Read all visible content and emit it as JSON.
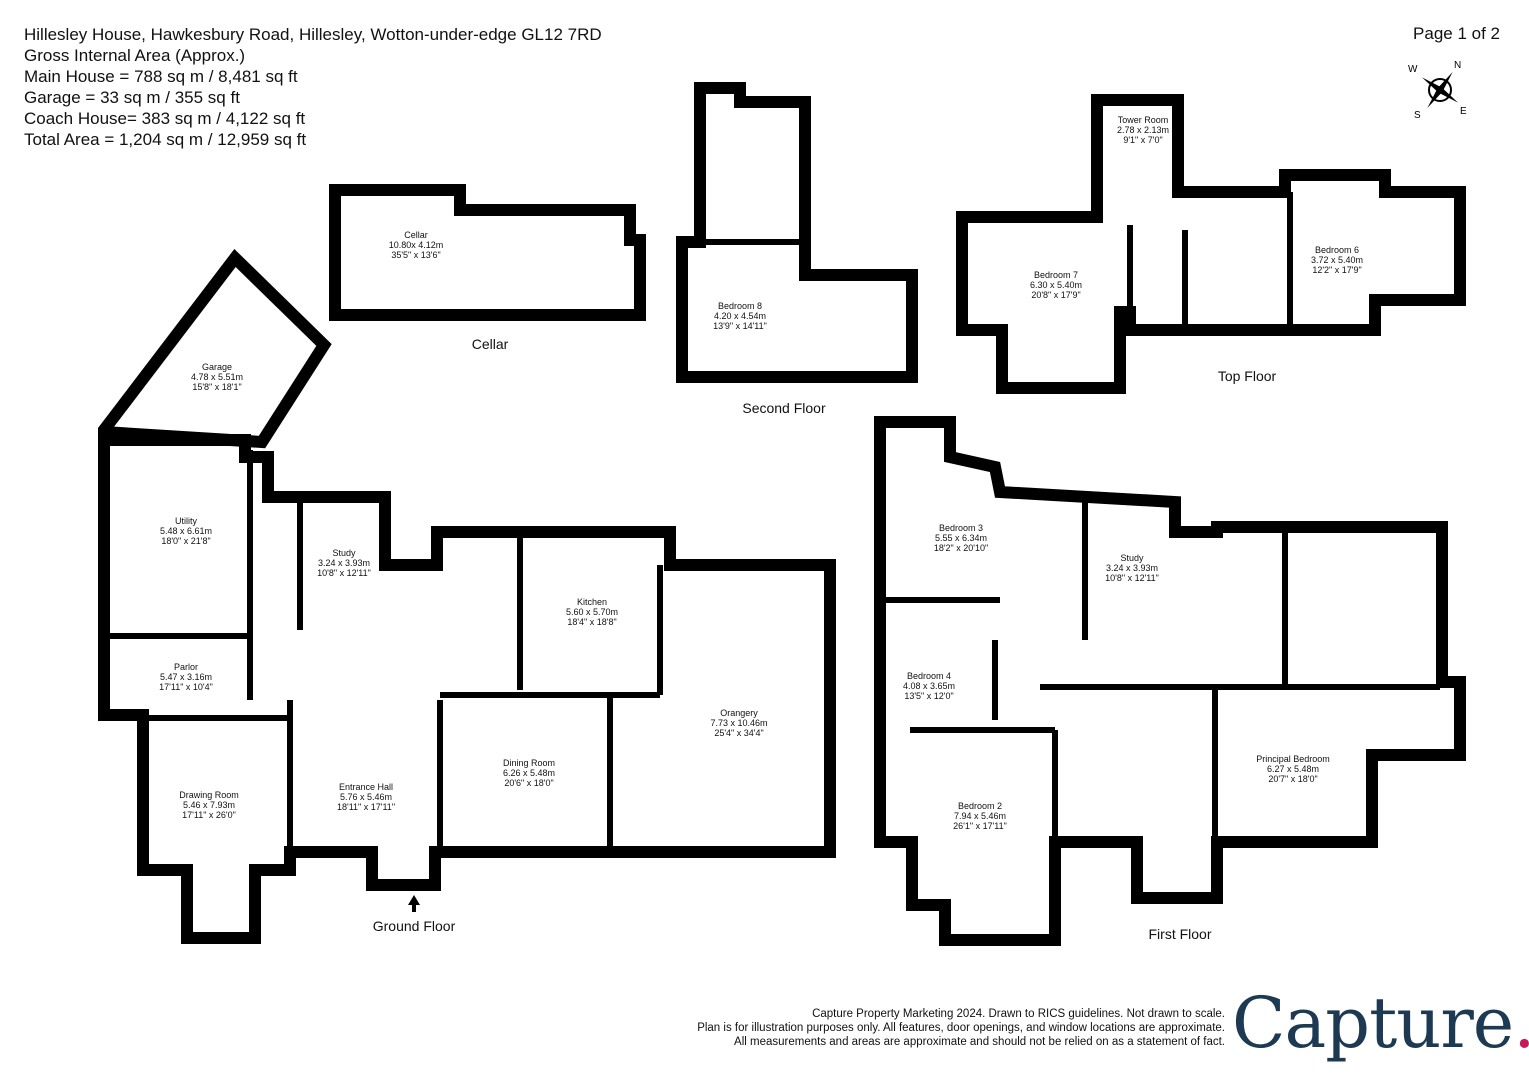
{
  "header": {
    "address": "Hillesley House, Hawkesbury Road, Hillesley, Wotton-under-edge GL12 7RD",
    "gia_label": "Gross Internal Area (Approx.)",
    "main_house": "Main House = 788 sq m / 8,481 sq ft",
    "garage": "Garage = 33 sq m / 355 sq ft",
    "coach_house": "Coach House= 383 sq m / 4,122 sq ft",
    "total": "Total Area = 1,204 sq m / 12,959 sq ft",
    "page": "Page 1 of 2"
  },
  "compass": {
    "labels": [
      "N",
      "E",
      "S",
      "W"
    ]
  },
  "floors": {
    "cellar": "Cellar",
    "ground": "Ground Floor",
    "second": "Second Floor",
    "top": "Top Floor",
    "first": "First Floor"
  },
  "rooms": {
    "cellar": {
      "name": "Cellar",
      "metric": "10.80x 4.12m",
      "imperial": "35'5\" x 13'6\""
    },
    "garage": {
      "name": "Garage",
      "metric": "4.78 x 5.51m",
      "imperial": "15'8\" x 18'1\""
    },
    "utility": {
      "name": "Utility",
      "metric": "5.48 x 6.61m",
      "imperial": "18'0\" x 21'8\""
    },
    "study_gf": {
      "name": "Study",
      "metric": "3.24 x 3.93m",
      "imperial": "10'8\" x 12'11\""
    },
    "kitchen": {
      "name": "Kitchen",
      "metric": "5.60 x 5.70m",
      "imperial": "18'4\" x 18'8\""
    },
    "orangery": {
      "name": "Orangery",
      "metric": "7.73 x 10.46m",
      "imperial": "25'4\" x 34'4\""
    },
    "parlor": {
      "name": "Parlor",
      "metric": "5.47 x 3.16m",
      "imperial": "17'11\" x 10'4\""
    },
    "drawing": {
      "name": "Drawing Room",
      "metric": "5.46 x 7.93m",
      "imperial": "17'11\" x 26'0\""
    },
    "entrance": {
      "name": "Entrance Hall",
      "metric": "5.76 x 5.46m",
      "imperial": "18'11\" x 17'11\""
    },
    "dining": {
      "name": "Dining Room",
      "metric": "6.26 x 5.48m",
      "imperial": "20'6\" x 18'0\""
    },
    "bedroom8": {
      "name": "Bedroom 8",
      "metric": "4.20 x 4.54m",
      "imperial": "13'9\" x 14'11\""
    },
    "tower": {
      "name": "Tower Room",
      "metric": "2.78 x 2.13m",
      "imperial": "9'1\" x 7'0\""
    },
    "bedroom7": {
      "name": "Bedroom 7",
      "metric": "6.30 x 5.40m",
      "imperial": "20'8\" x 17'9\""
    },
    "bedroom6": {
      "name": "Bedroom 6",
      "metric": "3.72 x 5.40m",
      "imperial": "12'2\" x 17'9\""
    },
    "bedroom3": {
      "name": "Bedroom 3",
      "metric": "5.55 x 6.34m",
      "imperial": "18'2\" x 20'10\""
    },
    "study_ff": {
      "name": "Study",
      "metric": "3.24 x 3.93m",
      "imperial": "10'8\" x 12'11\""
    },
    "bedroom4": {
      "name": "Bedroom 4",
      "metric": "4.08 x 3.65m",
      "imperial": "13'5\" x 12'0\""
    },
    "bedroom2": {
      "name": "Bedroom 2",
      "metric": "7.94 x 5.46m",
      "imperial": "26'1\" x 17'11\""
    },
    "principal": {
      "name": "Principal Bedroom",
      "metric": "6.27 x 5.48m",
      "imperial": "20'7\" x 18'0\""
    }
  },
  "footer": {
    "line1": "Capture Property Marketing 2024. Drawn to RICS guidelines.  Not drawn to scale.",
    "line2": "Plan is for illustration purposes only. All features, door openings, and window locations are approximate.",
    "line3": "All measurements and areas are approximate and should not be relied on as a statement of fact.",
    "logo": "Capture",
    "logo_dot": "."
  },
  "colors": {
    "wall": "#000000",
    "logo": "#1d3a52",
    "logo_accent": "#c8195a"
  }
}
